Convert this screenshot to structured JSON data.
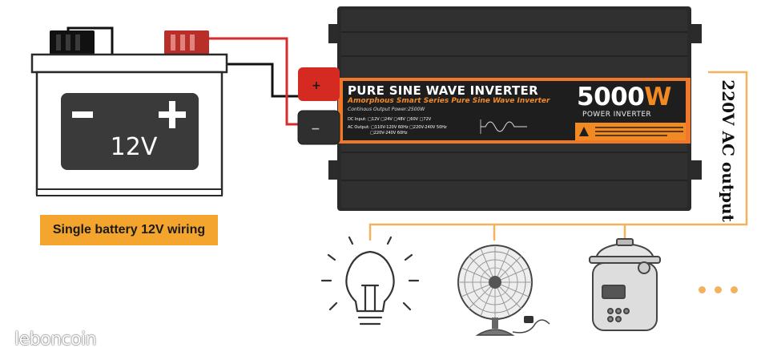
{
  "battery": {
    "voltage_label": "12V",
    "caption": "Single battery 12V wiring"
  },
  "inverter": {
    "title": "PURE SINE WAVE INVERTER",
    "subtitle": "Amorphous Smart Series Pure Sine Wave Inverter",
    "continuous_power": "Continous Output Power:2500W",
    "dc_input_label": "DC Input:",
    "dc_input_options": [
      "12V",
      "24V",
      "48V",
      "60V",
      "72V"
    ],
    "ac_output_label": "AC Output:",
    "ac_output_options": [
      "110V-120V 60Hz",
      "220V-240V 50Hz",
      "220V-240V 60Hz"
    ],
    "wattage_number": "5000",
    "wattage_unit": "W",
    "power_label": "POWER INVERTER"
  },
  "output_label": "220V AC output",
  "appliances": [
    "light-bulb",
    "fan",
    "pressure-cooker"
  ],
  "more_indicator": "...",
  "watermark": "leboncoin",
  "colors": {
    "accent_orange": "#f3a52d",
    "inverter_body": "#2b2b2b",
    "terminal_red": "#d42a22",
    "wire_red": "#d62c2c",
    "wire_black": "#111111",
    "wire_orange": "#f2b35c"
  }
}
